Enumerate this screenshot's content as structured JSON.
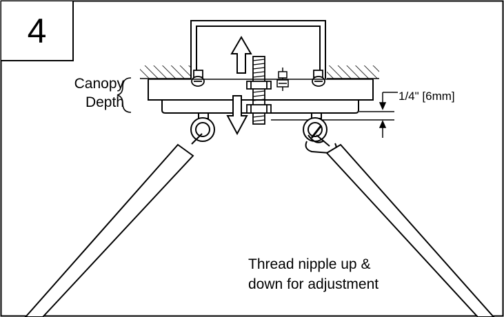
{
  "step": {
    "number": "4"
  },
  "labels": {
    "canopy_line1": "Canopy",
    "canopy_line2": "Depth",
    "dimension": "1/4\" [6mm]",
    "caption_line1": "Thread nipple up &",
    "caption_line2": "down for adjustment"
  },
  "icons": {
    "up_arrow": "up-arrow",
    "down_arrow": "down-arrow"
  },
  "colors": {
    "line": "#000000",
    "background": "#ffffff"
  }
}
